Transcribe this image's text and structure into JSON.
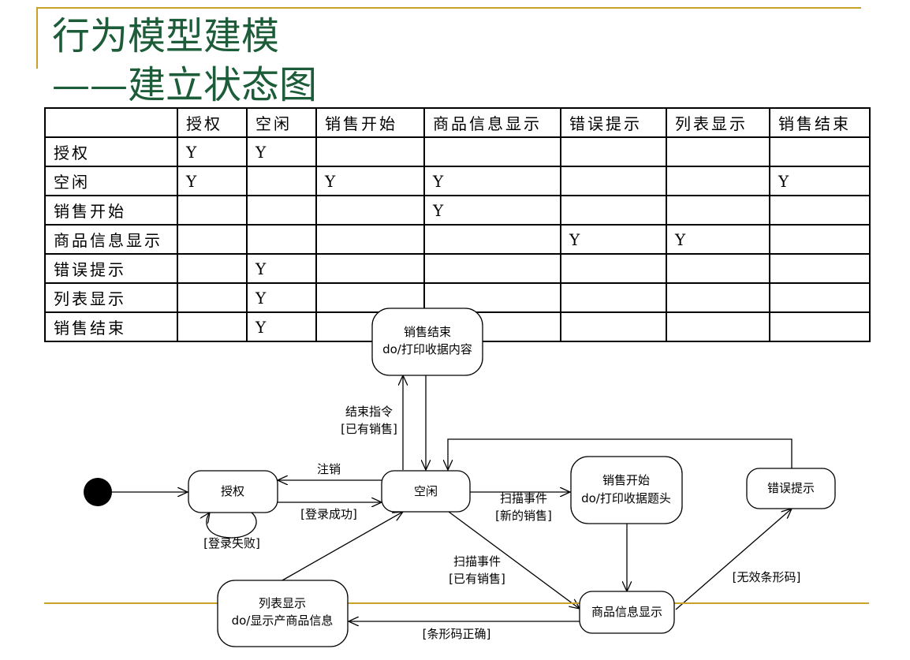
{
  "slide": {
    "title": "行为模型建模",
    "subtitle": "——建立状态图"
  },
  "matrix": {
    "columns": [
      "",
      "授权",
      "空闲",
      "销售开始",
      "商品信息显示",
      "错误提示",
      "列表显示",
      "销售结束"
    ],
    "rows": [
      {
        "label": "授权",
        "cells": [
          "Y",
          "Y",
          "",
          "",
          "",
          "",
          ""
        ]
      },
      {
        "label": "空闲",
        "cells": [
          "Y",
          "",
          "Y",
          "Y",
          "",
          "",
          "Y"
        ]
      },
      {
        "label": "销售开始",
        "cells": [
          "",
          "",
          "",
          "Y",
          "",
          "",
          ""
        ]
      },
      {
        "label": "商品信息显示",
        "cells": [
          "",
          "",
          "",
          "",
          "Y",
          "Y",
          ""
        ]
      },
      {
        "label": "错误提示",
        "cells": [
          "",
          "Y",
          "",
          "",
          "",
          "",
          ""
        ]
      },
      {
        "label": "列表显示",
        "cells": [
          "",
          "Y",
          "",
          "",
          "",
          "",
          ""
        ]
      },
      {
        "label": "销售结束",
        "cells": [
          "",
          "Y",
          "",
          "",
          "",
          "",
          ""
        ]
      }
    ]
  },
  "diagram": {
    "states": {
      "auth": {
        "name": "授权"
      },
      "idle": {
        "name": "空闲"
      },
      "sale_end": {
        "name": "销售结束",
        "action": "do/打印收据内容"
      },
      "sale_start": {
        "name": "销售开始",
        "action": "do/打印收据题头"
      },
      "error": {
        "name": "错误提示"
      },
      "list": {
        "name": "列表显示",
        "action": "do/显示产商品信息"
      },
      "product": {
        "name": "商品信息显示"
      }
    },
    "transitions": {
      "logout": "注销",
      "login_success": "[登录成功]",
      "login_fail": "[登录失败]",
      "end_cmd_event": "结束指令",
      "end_cmd_guard": "[已有销售]",
      "scan_new_event": "扫描事件",
      "scan_new_guard": "[新的销售]",
      "scan_existing_event": "扫描事件",
      "scan_existing_guard": "[已有销售]",
      "invalid_barcode": "[无效条形码]",
      "valid_barcode": "[条形码正确]"
    }
  }
}
